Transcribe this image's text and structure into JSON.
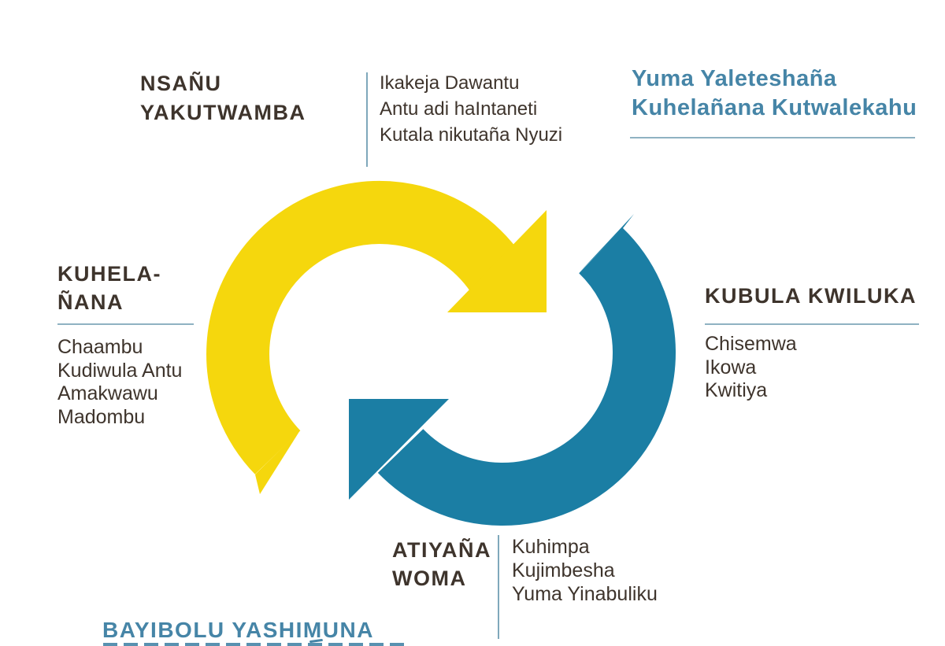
{
  "colors": {
    "arrow_yellow": "#F5D70D",
    "arrow_blue": "#1B7EA4",
    "heading_blue": "#4685A7",
    "rule_blue": "#8FB2C2",
    "text_dark": "#3E342C",
    "background": "#FFFFFF"
  },
  "sections": {
    "top_left": {
      "title_lines": [
        "NSAÑU",
        "YAKUTWAMBA"
      ]
    },
    "top_center": {
      "items": [
        "Ikakeja Dawantu",
        "Antu adi haIntaneti",
        "Kutala nikutaña Nyuzi"
      ]
    },
    "top_right": {
      "title_lines": [
        "Yuma Yaleteshaña",
        "Kuhelañana Kutwalekahu"
      ]
    },
    "left": {
      "title_lines": [
        "KUHELA-",
        "ÑANA"
      ],
      "items": [
        "Chaambu",
        "Kudiwula Antu",
        "Amakwawu",
        "Madombu"
      ]
    },
    "right": {
      "title": "KUBULA KWILUKA",
      "items": [
        "Chisemwa",
        "Ikowa",
        "Kwitiya"
      ]
    },
    "bottom_center": {
      "title_lines": [
        "ATIYAÑA",
        "WOMA"
      ],
      "items": [
        "Kuhimpa",
        "Kujimbesha",
        "Yuma Yinabuliku"
      ]
    },
    "bottom_left": {
      "title": "BAYIBOLU YASHIMUNA"
    }
  }
}
